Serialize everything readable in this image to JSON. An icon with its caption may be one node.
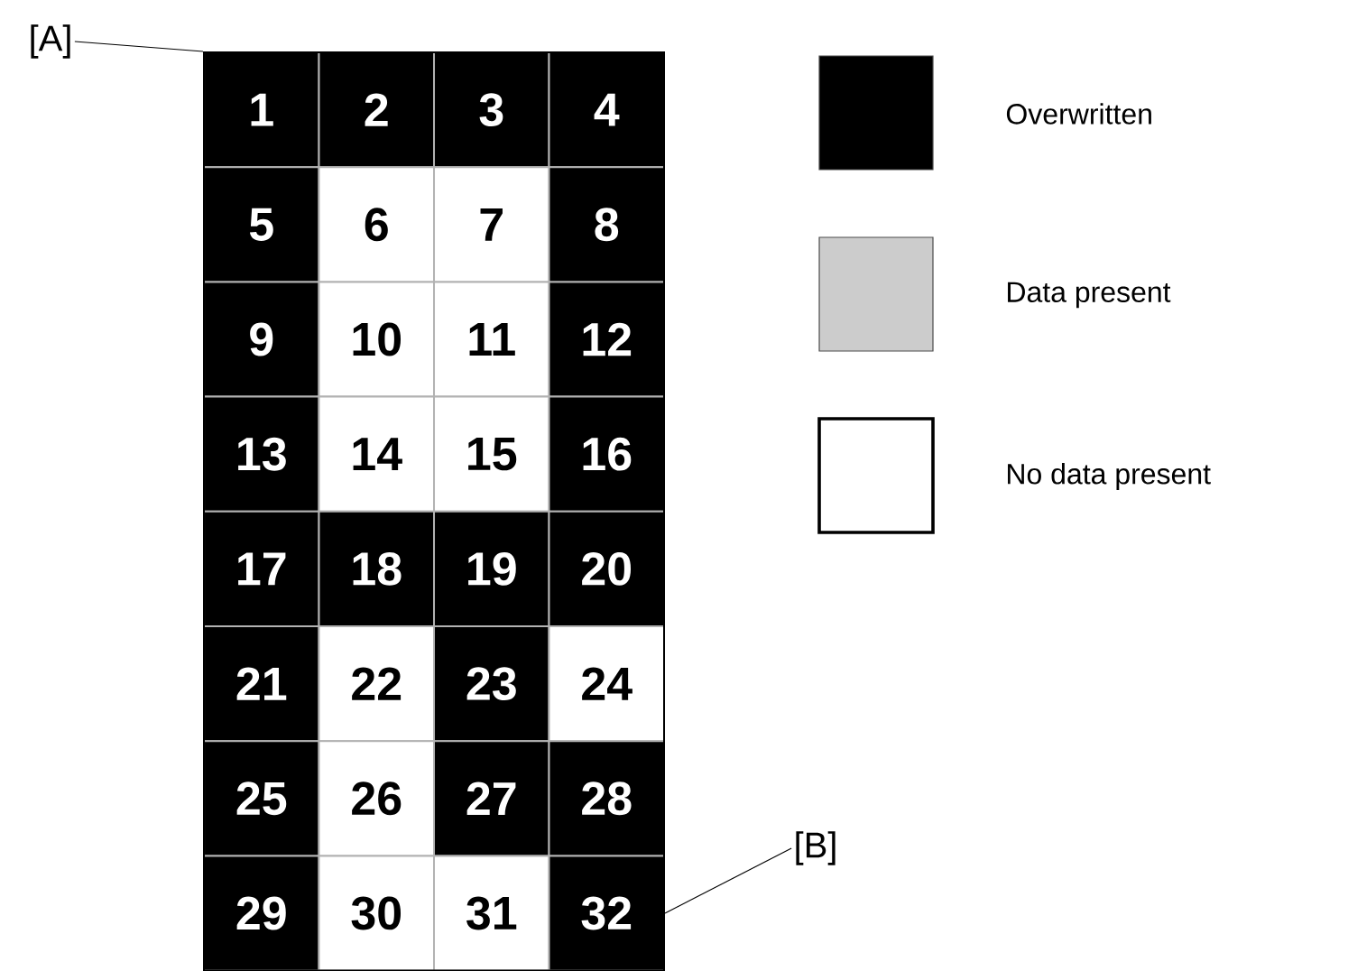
{
  "diagram": {
    "nodes": [
      {
        "text": [
          "1"
        ]
      },
      {
        "text": [
          "2"
        ]
      },
      {
        "text": [
          "3"
        ]
      },
      {
        "text": [
          "4"
        ]
      },
      {
        "text": [
          "5"
        ]
      },
      {
        "text": [
          "6"
        ]
      },
      {
        "text": [
          "7"
        ]
      },
      {
        "text": [
          "8"
        ]
      },
      {
        "text": [
          "9"
        ]
      },
      {
        "text": [
          "10"
        ]
      },
      {
        "text": [
          "11"
        ]
      },
      {
        "text": [
          "12"
        ]
      },
      {
        "text": [
          "13"
        ]
      },
      {
        "text": [
          "14"
        ]
      },
      {
        "text": [
          "15"
        ]
      },
      {
        "text": [
          "16"
        ]
      },
      {
        "text": [
          "17"
        ]
      },
      {
        "text": [
          "18"
        ]
      },
      {
        "text": [
          "19"
        ]
      },
      {
        "text": [
          "20"
        ]
      },
      {
        "text": [
          "21"
        ]
      },
      {
        "text": [
          "22"
        ]
      },
      {
        "text": [
          "23"
        ]
      },
      {
        "text": [
          "24"
        ]
      },
      {
        "text": [
          "25"
        ]
      },
      {
        "text": [
          "26"
        ]
      },
      {
        "text": [
          "27"
        ]
      },
      {
        "text": [
          "28"
        ]
      },
      {
        "text": [
          "29"
        ]
      },
      {
        "text": [
          "30"
        ]
      },
      {
        "text": [
          "31"
        ]
      },
      {
        "text": [
          "32"
        ]
      },
      {
        "text": [
          "[A]"
        ]
      },
      {
        "text": [
          "[B]"
        ]
      }
    ],
    "edges": [
      {
        "from": 32,
        "to": 0,
        "arrow": "none"
      },
      {
        "from": 33,
        "to": 31,
        "arrow": "none"
      }
    ],
    "legend": [
      {
        "text": "Overwritten",
        "color": "#000000"
      },
      {
        "text": "Data present",
        "color": "#cccccc"
      },
      {
        "text": "No data present"
      }
    ]
  }
}
